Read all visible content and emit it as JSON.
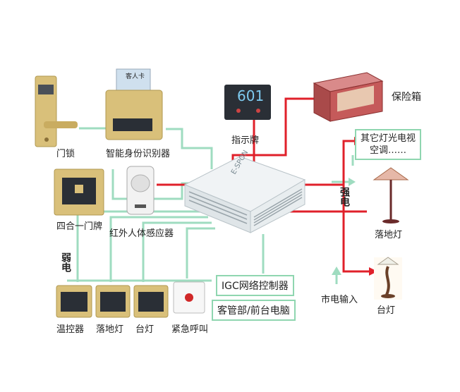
{
  "labels": {
    "door_lock": "门锁",
    "id_reader": "智能身份识别器",
    "id_reader_card": "客人卡",
    "sign_board": "指示牌",
    "sign_number": "601",
    "safe": "保险箱",
    "other_devices_line1": "其它灯光电视",
    "other_devices_line2": "空调……",
    "four_in_one": "四合一门牌",
    "pir_sensor": "红外人体感应器",
    "controller_brand": "E-SPON",
    "floor_lamp_right": "落地灯",
    "desk_lamp_right": "台灯",
    "weak_current": "弱电",
    "strong_current": "强电",
    "thermostat": "温控器",
    "floor_lamp_switch": "落地灯",
    "desk_lamp_switch": "台灯",
    "emergency_call": "紧急呼叫",
    "igc_controller": "IGC网络控制器",
    "front_desk": "客管部/前台电脑",
    "mains_input": "市电输入"
  },
  "colors": {
    "strong_line": "#e0202a",
    "weak_line": "#9fdcc0",
    "gold": "#d9c07a",
    "panel_dark": "#222831",
    "safe_red": "#b84a4a"
  }
}
